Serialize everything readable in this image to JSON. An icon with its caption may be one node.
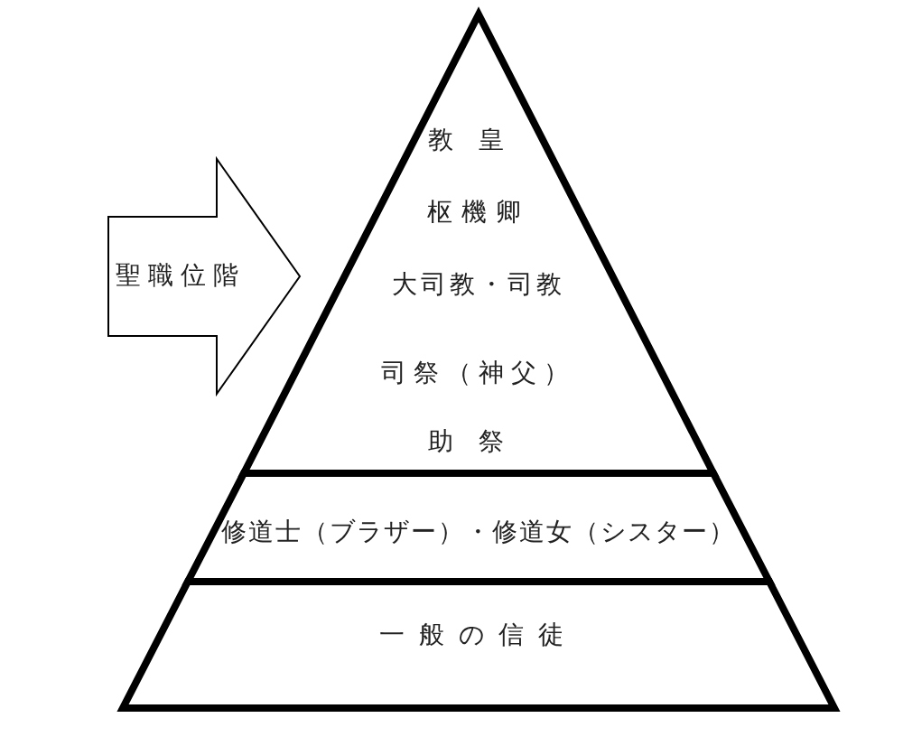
{
  "diagram": {
    "nodes": [
      {
        "text": [
          "教皇",
          "枢機卿",
          "大司教・司教",
          "司祭（神父）",
          "助祭"
        ]
      },
      {
        "text": [
          "修道士（ブラザー）・修道女（シスター）"
        ]
      },
      {
        "text": [
          "一般の信徒"
        ]
      },
      {
        "text": [
          "聖職位階"
        ]
      }
    ]
  }
}
